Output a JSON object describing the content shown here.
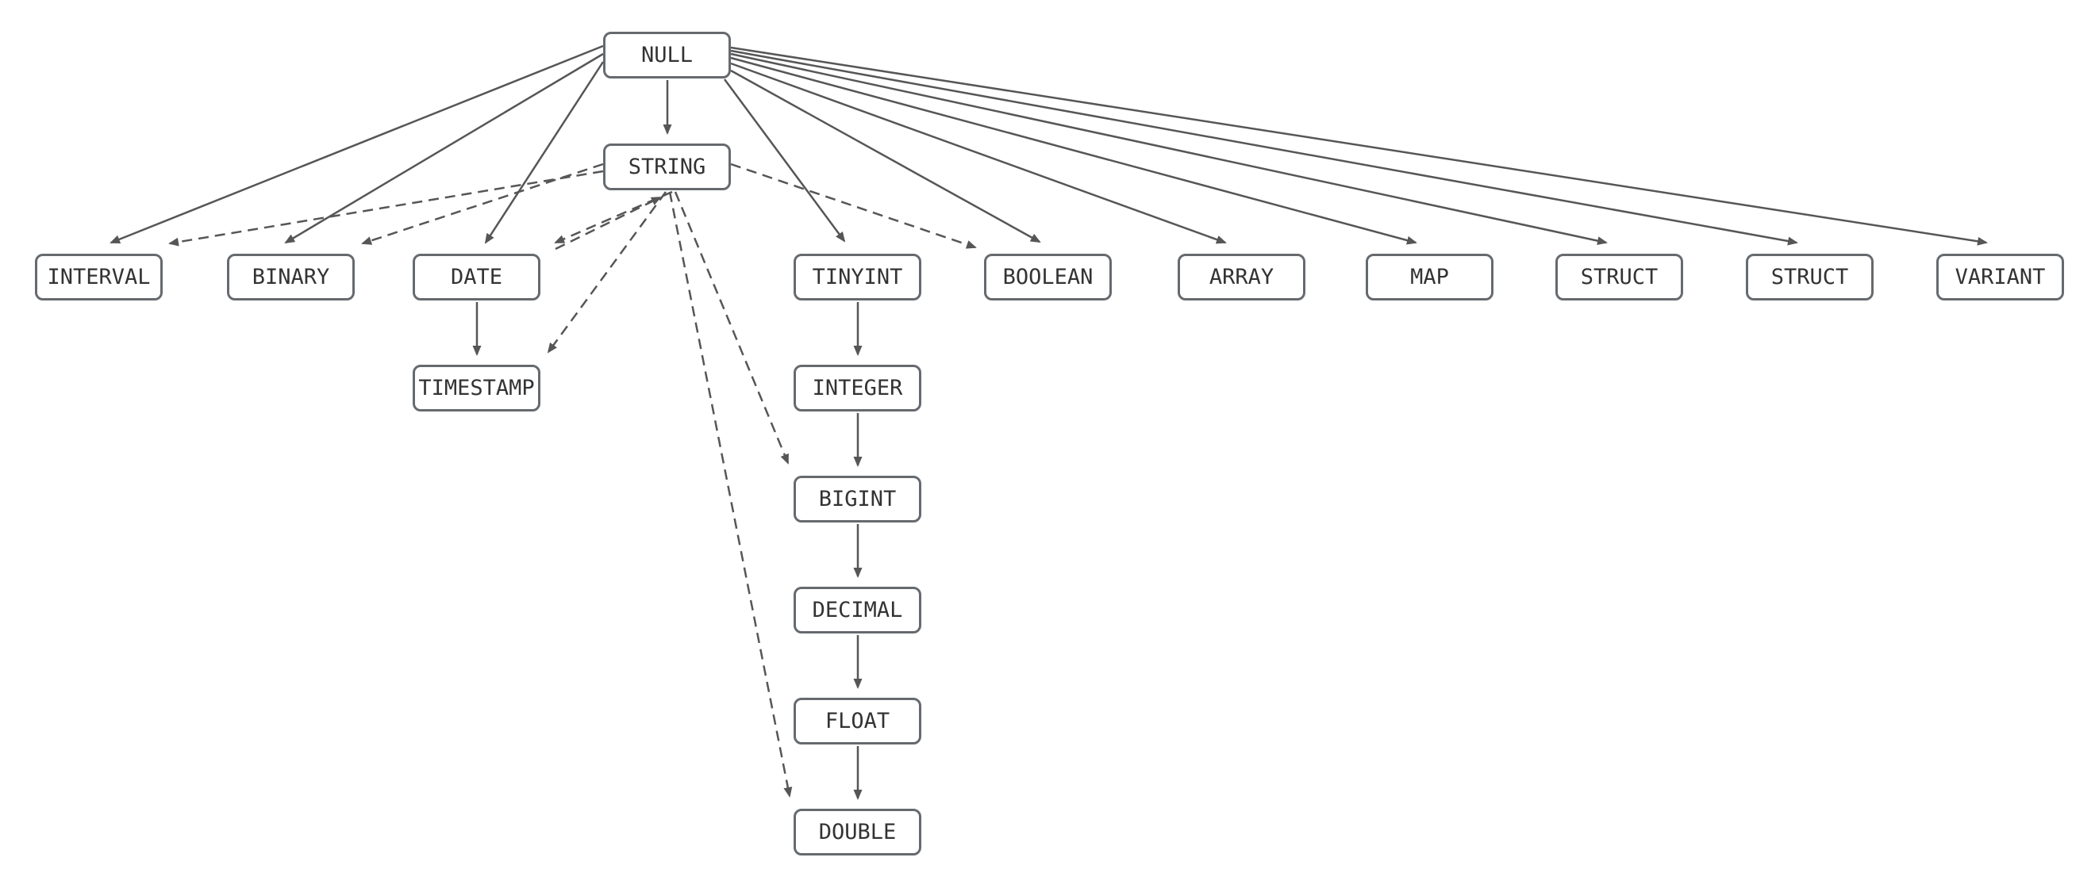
{
  "diagram": {
    "type": "type-precedence-flowchart",
    "background_color": "#ffffff",
    "node_border_color": "#666a6e",
    "node_fill_color": "#ffffff",
    "node_text_color": "#333333",
    "edge_color": "#565656",
    "nodes": {
      "null": {
        "label": "NULL"
      },
      "string": {
        "label": "STRING"
      },
      "interval": {
        "label": "INTERVAL"
      },
      "binary": {
        "label": "BINARY"
      },
      "date": {
        "label": "DATE"
      },
      "timestamp": {
        "label": "TIMESTAMP"
      },
      "tinyint": {
        "label": "TINYINT"
      },
      "integer": {
        "label": "INTEGER"
      },
      "bigint": {
        "label": "BIGINT"
      },
      "decimal": {
        "label": "DECIMAL"
      },
      "float": {
        "label": "FLOAT"
      },
      "double": {
        "label": "DOUBLE"
      },
      "boolean": {
        "label": "BOOLEAN"
      },
      "array": {
        "label": "ARRAY"
      },
      "map": {
        "label": "MAP"
      },
      "struct1": {
        "label": "STRUCT"
      },
      "struct2": {
        "label": "STRUCT"
      },
      "variant": {
        "label": "VARIANT"
      }
    },
    "edges": [
      {
        "from": "null",
        "to": "string",
        "style": "solid"
      },
      {
        "from": "null",
        "to": "interval",
        "style": "solid"
      },
      {
        "from": "null",
        "to": "binary",
        "style": "solid"
      },
      {
        "from": "null",
        "to": "date",
        "style": "solid"
      },
      {
        "from": "null",
        "to": "tinyint",
        "style": "solid"
      },
      {
        "from": "null",
        "to": "boolean",
        "style": "solid"
      },
      {
        "from": "null",
        "to": "array",
        "style": "solid"
      },
      {
        "from": "null",
        "to": "map",
        "style": "solid"
      },
      {
        "from": "null",
        "to": "struct1",
        "style": "solid"
      },
      {
        "from": "null",
        "to": "struct2",
        "style": "solid"
      },
      {
        "from": "null",
        "to": "variant",
        "style": "solid"
      },
      {
        "from": "date",
        "to": "timestamp",
        "style": "solid"
      },
      {
        "from": "tinyint",
        "to": "integer",
        "style": "solid"
      },
      {
        "from": "integer",
        "to": "bigint",
        "style": "solid"
      },
      {
        "from": "bigint",
        "to": "decimal",
        "style": "solid"
      },
      {
        "from": "decimal",
        "to": "float",
        "style": "solid"
      },
      {
        "from": "float",
        "to": "double",
        "style": "solid"
      },
      {
        "from": "string",
        "to": "interval",
        "style": "dashed"
      },
      {
        "from": "string",
        "to": "binary",
        "style": "dashed"
      },
      {
        "from": "string",
        "to": "date",
        "style": "dashed"
      },
      {
        "from": "string",
        "to": "timestamp",
        "style": "dashed"
      },
      {
        "from": "string",
        "to": "boolean",
        "style": "dashed"
      },
      {
        "from": "string",
        "to": "bigint",
        "style": "dashed"
      },
      {
        "from": "string",
        "to": "double",
        "style": "dashed"
      },
      {
        "from": "date",
        "to": "string",
        "style": "dashed"
      }
    ]
  }
}
